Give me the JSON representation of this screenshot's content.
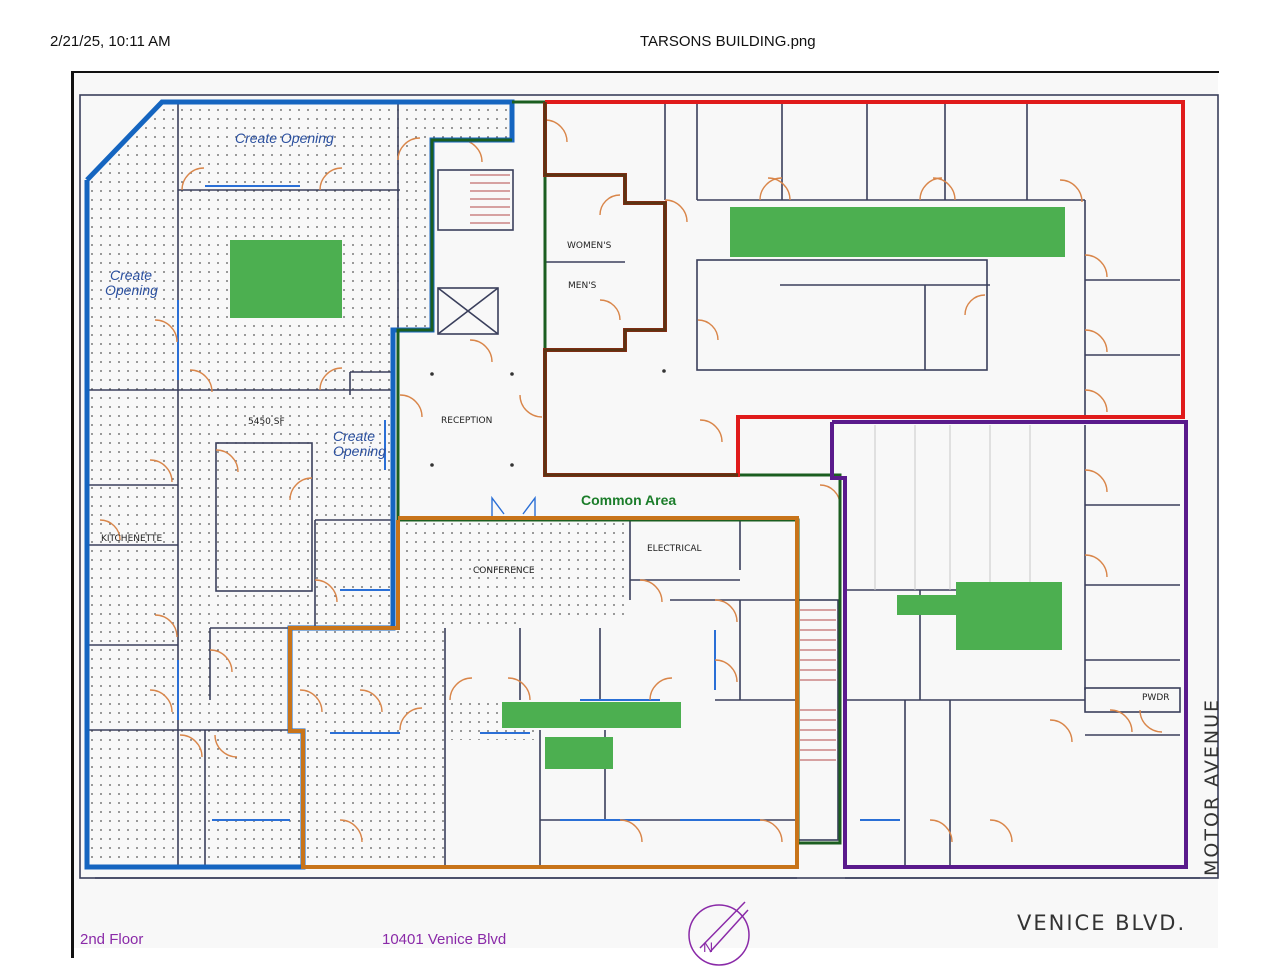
{
  "header": {
    "print_date": "2/21/25, 10:11 AM",
    "file_title": "TARSONS BUILDING.png"
  },
  "plan": {
    "blue_suite": {
      "area_label": "5450 SF",
      "notes": [
        "Create Opening",
        "Create\nOpening",
        "Create\nOpening"
      ],
      "kitchenette": "KITCHENETTE"
    },
    "rooms": {
      "womens": "WOMEN'S",
      "mens": "MEN'S",
      "reception": "RECEPTION",
      "common_area": "Common Area",
      "electrical": "ELECTRICAL",
      "conference": "CONFERENCE",
      "pwdr": "PWDR"
    },
    "footer": {
      "floor": "2nd Floor",
      "address": "10401 Venice Blvd",
      "street_bottom": "VENICE BLVD.",
      "street_right": "MOTOR AVENUE",
      "north": "N"
    },
    "colors": {
      "blue": "#1565c0",
      "green": "#1b5e20",
      "red": "#e01b1b",
      "brown": "#5b3413",
      "orange": "#c8741a",
      "purple": "#5a1a8c",
      "redaction": "#4caf50",
      "wall": "#3a3f5c",
      "door": "#d9864a"
    }
  }
}
